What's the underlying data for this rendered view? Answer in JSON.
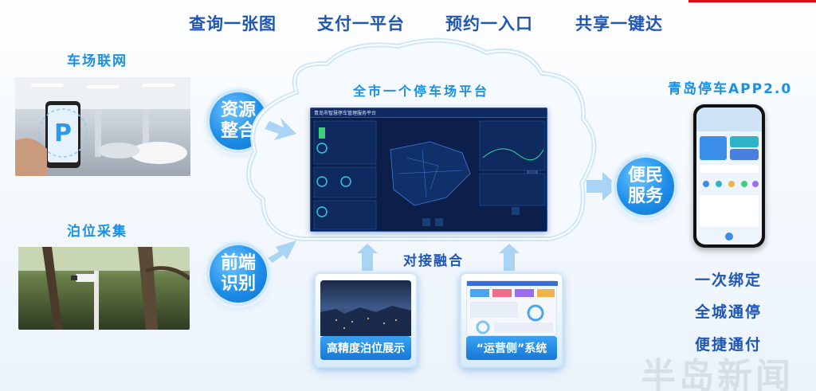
{
  "slogans": [
    "查询一张图",
    "支付一平台",
    "预约一入口",
    "共享一键达"
  ],
  "left": {
    "top_label": "车场联网",
    "bottom_label": "泊位采集",
    "badge_top": [
      "资源",
      "整合"
    ],
    "badge_bottom": [
      "前端",
      "识别"
    ]
  },
  "center": {
    "cloud_title": "全市一个停车场平台",
    "dashboard_title": "青岛市智慧停车管理服务平台",
    "merge_label": "对接融合",
    "card_left": "高精度泊位展示",
    "card_right": "“运营侧”系统"
  },
  "right": {
    "app_title": "青岛停车APP2.0",
    "badge": [
      "便民",
      "服务"
    ],
    "features": [
      "一次绑定",
      "全城通停",
      "便捷通付"
    ]
  },
  "watermark": "半岛新闻",
  "colors": {
    "primary": "#1f56b5",
    "accent": "#1a8fe3",
    "panel": "#0b1f4a"
  }
}
